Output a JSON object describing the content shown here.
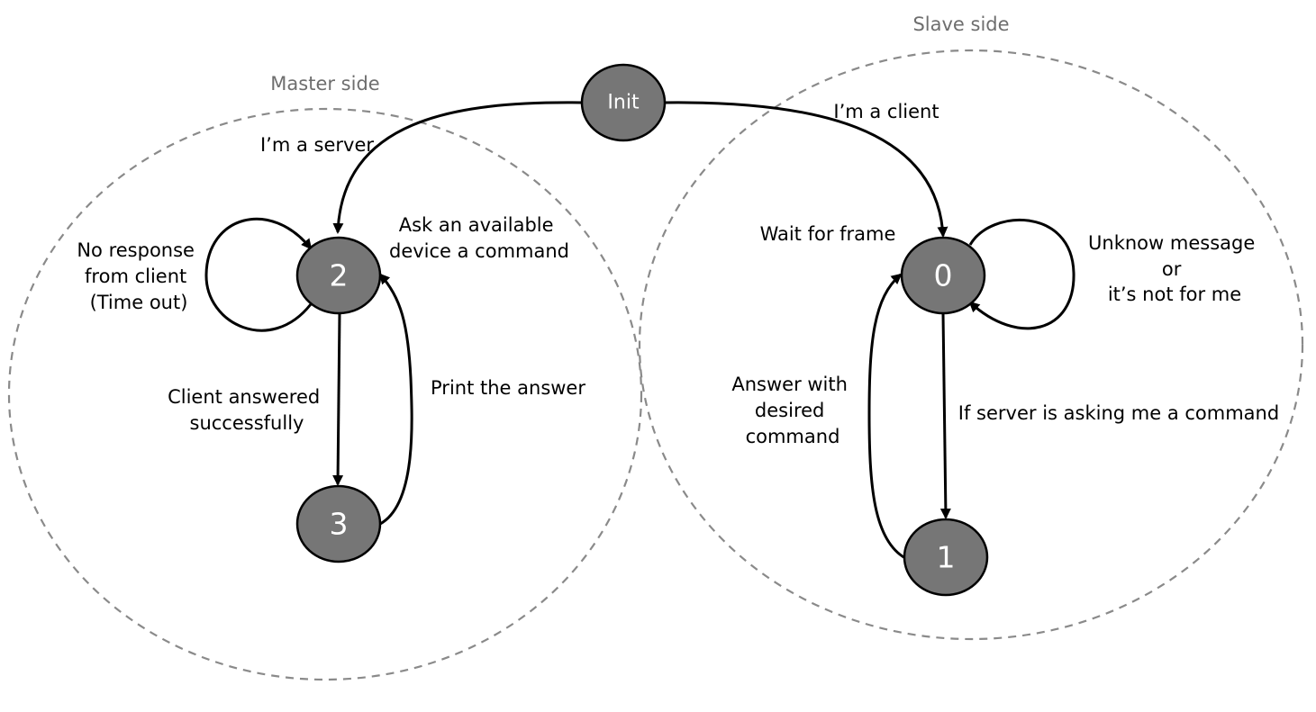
{
  "regions": {
    "master": "Master side",
    "slave": "Slave side"
  },
  "states": {
    "init": "Init",
    "s0": "0",
    "s1": "1",
    "s2": "2",
    "s3": "3"
  },
  "transitions": {
    "init_to_2": "I’m a server",
    "init_to_0": "I’m a client",
    "s2_loop": [
      "No response",
      "from client",
      "(Time out)"
    ],
    "s2_to_3": [
      "Client answered",
      "successfully"
    ],
    "s3_to_2": "Print the answer",
    "s2_ask": [
      "Ask an available",
      "device a command"
    ],
    "s0_wait": "Wait for frame",
    "s0_loop": [
      "Unknow message",
      "or",
      "it’s not for me"
    ],
    "s0_to_1": "If server is asking me a command",
    "s1_to_0": [
      "Answer with",
      "desired",
      "command"
    ]
  },
  "colors": {
    "state_fill": "#767676",
    "state_stroke": "#000000",
    "region_stroke": "#8a8a8a",
    "region_label": "#6e6e6e"
  }
}
